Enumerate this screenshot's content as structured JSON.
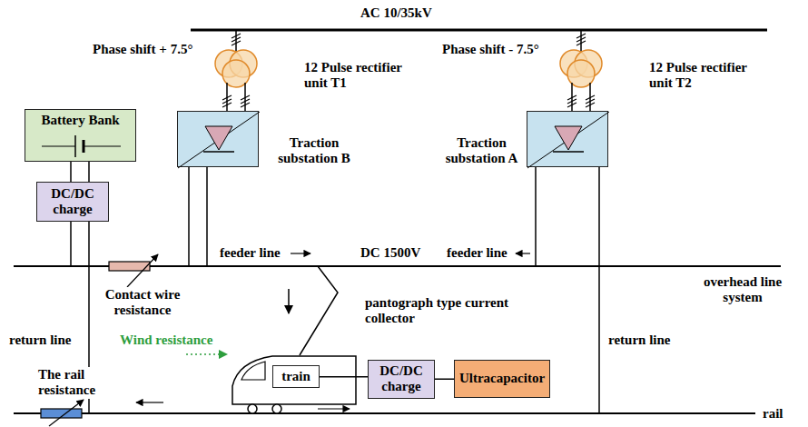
{
  "diagram": {
    "nodes": [
      {
        "text": [
          "12 Pulse rectifier unit T1"
        ]
      },
      {
        "text": [
          "12 Pulse rectifier unit T2"
        ]
      },
      {
        "text": [
          "Battery Bank"
        ]
      },
      {
        "text": [
          "Traction substation B"
        ]
      },
      {
        "text": [
          "Traction substation A"
        ]
      },
      {
        "text": [
          "DC/DC charge"
        ]
      },
      {
        "text": [
          "train"
        ]
      },
      {
        "text": [
          "DC/DC charge"
        ]
      },
      {
        "text": [
          "Ultracapacitor"
        ]
      }
    ],
    "edges": [
      {
        "from": 0,
        "to": 3,
        "arrow": "none"
      },
      {
        "from": 1,
        "to": 4,
        "arrow": "none"
      },
      {
        "from": 2,
        "to": 5,
        "arrow": "none"
      },
      {
        "from": 6,
        "to": 7,
        "arrow": "none"
      },
      {
        "from": 7,
        "to": 8,
        "arrow": "none"
      }
    ],
    "labels": [
      "AC 10/35kV",
      "Phase shift + 7.5°",
      "Phase shift - 7.5°",
      "feeder line",
      "DC 1500V",
      "feeder line",
      "overhead line system",
      "Contact wire resistance",
      "pantograph type current collector",
      "return line",
      "Wind resistance",
      "return line",
      "The rail resistance",
      "rail"
    ]
  }
}
